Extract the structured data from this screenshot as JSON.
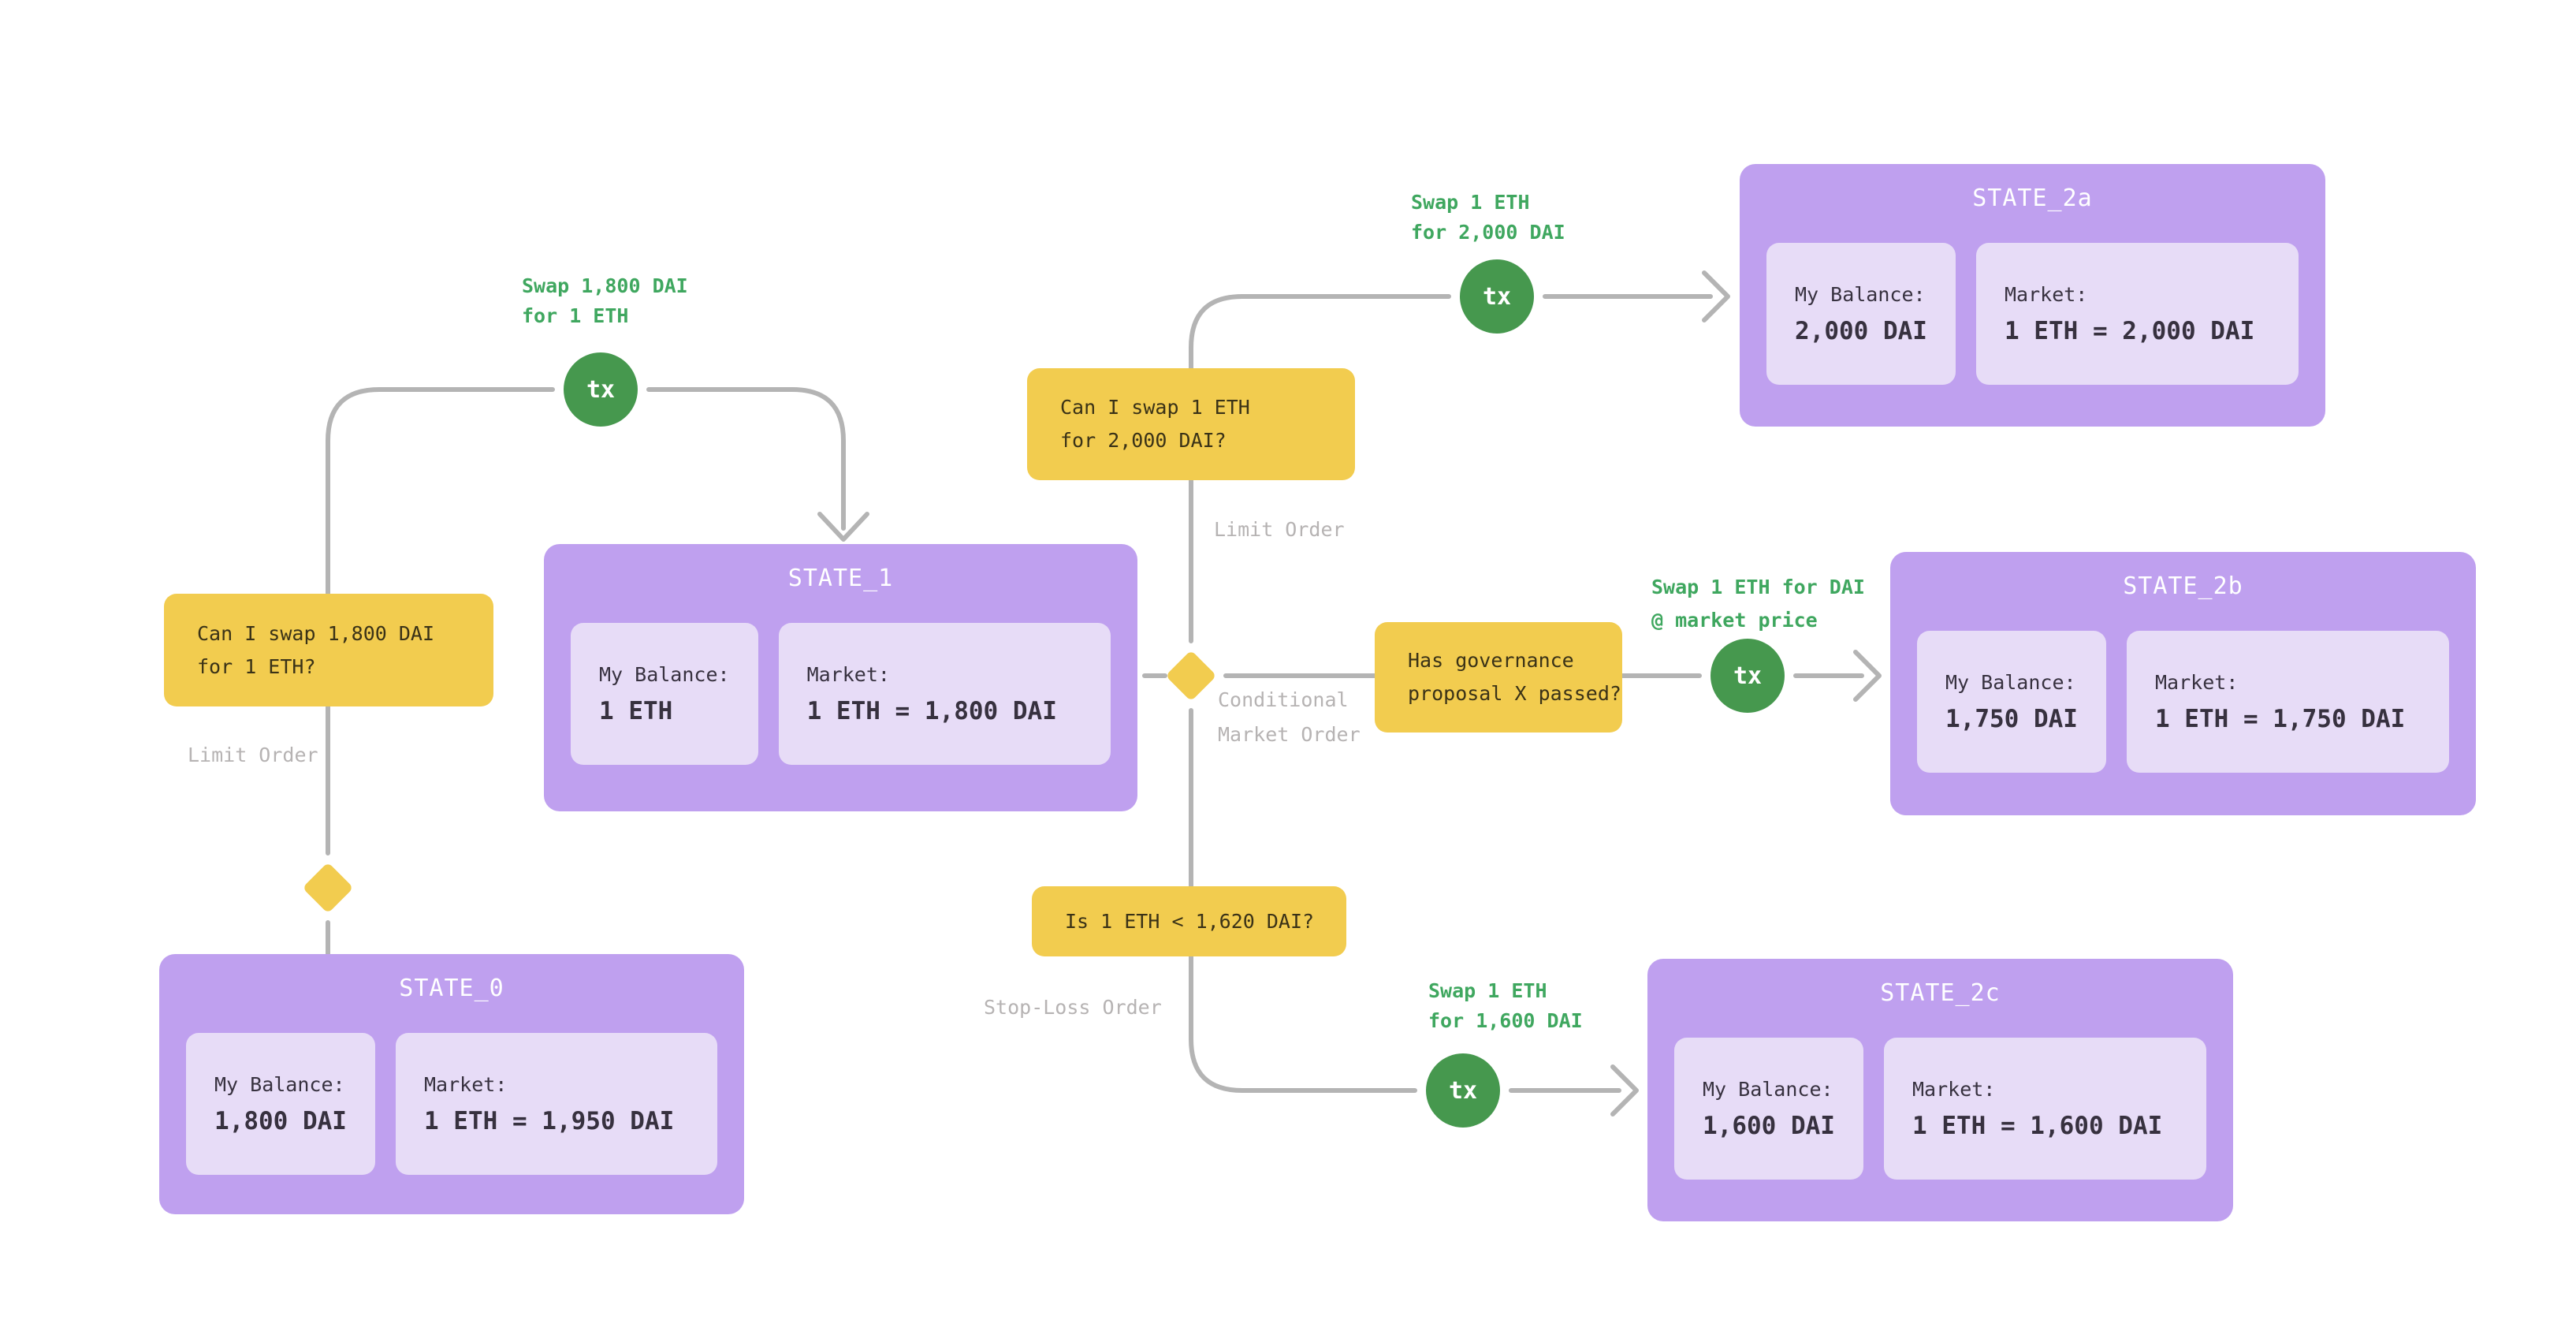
{
  "diagram": {
    "states": [
      {
        "title": "STATE_0",
        "balance_label": "My Balance:",
        "balance_value": "1,800 DAI",
        "market_label": "Market:",
        "market_value": "1 ETH = 1,950 DAI"
      },
      {
        "title": "STATE_1",
        "balance_label": "My Balance:",
        "balance_value": "1 ETH",
        "market_label": "Market:",
        "market_value": "1 ETH = 1,800 DAI"
      },
      {
        "title": "STATE_2a",
        "balance_label": "My Balance:",
        "balance_value": "2,000 DAI",
        "market_label": "Market:",
        "market_value": "1 ETH = 2,000 DAI"
      },
      {
        "title": "STATE_2b",
        "balance_label": "My Balance:",
        "balance_value": "1,750 DAI",
        "market_label": "Market:",
        "market_value": "1 ETH = 1,750 DAI"
      },
      {
        "title": "STATE_2c",
        "balance_label": "My Balance:",
        "balance_value": "1,600 DAI",
        "market_label": "Market:",
        "market_value": "1 ETH = 1,600 DAI"
      }
    ],
    "conditions": [
      {
        "line1": "Can I swap 1,800 DAI",
        "line2": "for 1 ETH?"
      },
      {
        "line1": "Can I swap 1 ETH",
        "line2": "for 2,000 DAI?"
      },
      {
        "line1": "Has governance",
        "line2": "proposal X passed?"
      },
      {
        "line1": "Is 1 ETH < 1,620 DAI?",
        "line2": ""
      }
    ],
    "transactions": [
      {
        "badge": "tx",
        "line1": "Swap 1,800 DAI",
        "line2": "for 1 ETH"
      },
      {
        "badge": "tx",
        "line1": "Swap 1 ETH",
        "line2": "for 2,000 DAI"
      },
      {
        "badge": "tx",
        "line1": "Swap 1 ETH for DAI",
        "line2": "@ market price"
      },
      {
        "badge": "tx",
        "line1": "Swap 1 ETH",
        "line2": "for 1,600 DAI"
      }
    ],
    "order_labels": [
      {
        "line1": "Limit Order",
        "line2": ""
      },
      {
        "line1": "Limit Order",
        "line2": ""
      },
      {
        "line1": "Conditional",
        "line2": "Market Order"
      },
      {
        "line1": "Stop-Loss Order",
        "line2": ""
      }
    ],
    "colors": {
      "background": "#ffffff",
      "state_fill": "#bfa0ef",
      "state_chip_fill": "#e7dcf7",
      "state_title": "#ffffff",
      "dark_text": "#37313f",
      "condition_fill": "#f2cc4f",
      "condition_text": "#3a3217",
      "tx_fill": "#46984e",
      "tx_text": "#ffffff",
      "tx_label_text": "#3fa75f",
      "connector": "#b4b4b4",
      "order_label_text": "#b6b3b3"
    }
  }
}
